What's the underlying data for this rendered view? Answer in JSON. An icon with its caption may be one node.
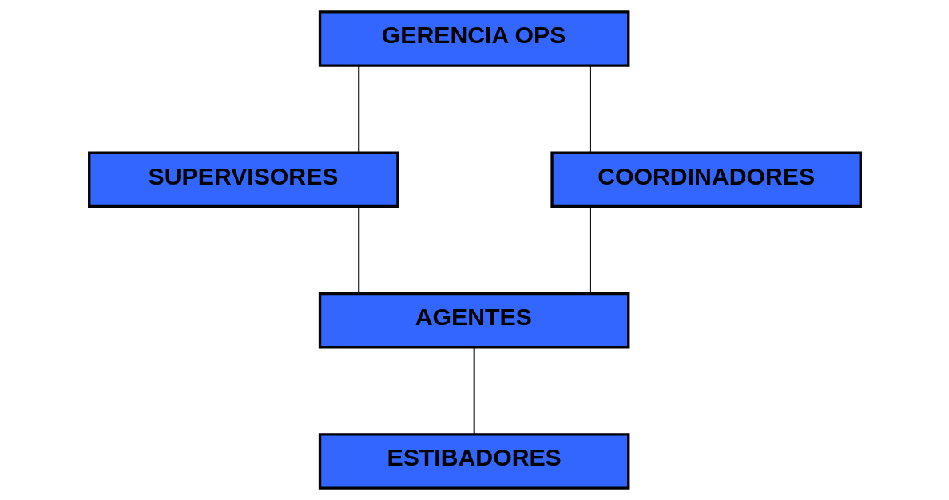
{
  "diagram": {
    "nodes": [
      {
        "text": [
          "GERENCIA OPS"
        ]
      },
      {
        "text": [
          "SUPERVISORES"
        ]
      },
      {
        "text": [
          "COORDINADORES"
        ]
      },
      {
        "text": [
          "AGENTES"
        ]
      },
      {
        "text": [
          "ESTIBADORES"
        ]
      }
    ],
    "edges": [
      {
        "from": 0,
        "to": 1,
        "arrow": "none"
      },
      {
        "from": 0,
        "to": 2,
        "arrow": "none"
      },
      {
        "from": 1,
        "to": 3,
        "arrow": "none"
      },
      {
        "from": 2,
        "to": 3,
        "arrow": "none"
      },
      {
        "from": 3,
        "to": 4,
        "arrow": "none"
      }
    ]
  }
}
